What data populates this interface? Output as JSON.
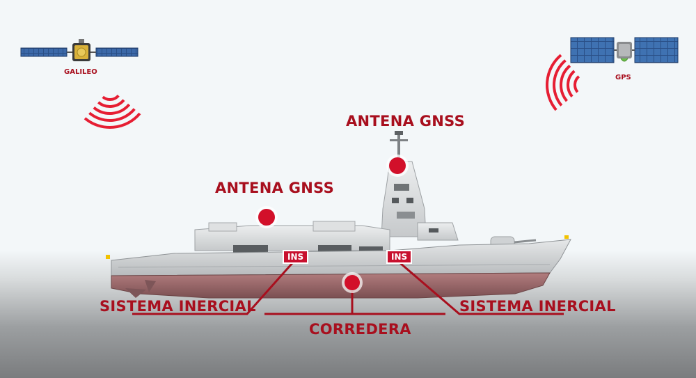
{
  "satellites": {
    "left_label": "GALILEO",
    "right_label": "GPS"
  },
  "callouts": {
    "antenna_top": "ANTENA GNSS",
    "antenna_mid": "ANTENA GNSS",
    "inertial_left": "SISTEMA INERCIAL",
    "inertial_right": "SISTEMA INERCIAL",
    "log": "CORREDERA"
  },
  "tags": {
    "ins_left": "INS",
    "ins_right": "INS"
  },
  "colors": {
    "accent": "#c8102e",
    "label": "#a80f1e",
    "hull_upper": "#d4d7d8",
    "hull_lower": "#9a6a6a",
    "solar_panel": "#2d5e92"
  },
  "icons": {
    "signal_left": "signal-waves-icon",
    "signal_right": "signal-waves-icon"
  }
}
